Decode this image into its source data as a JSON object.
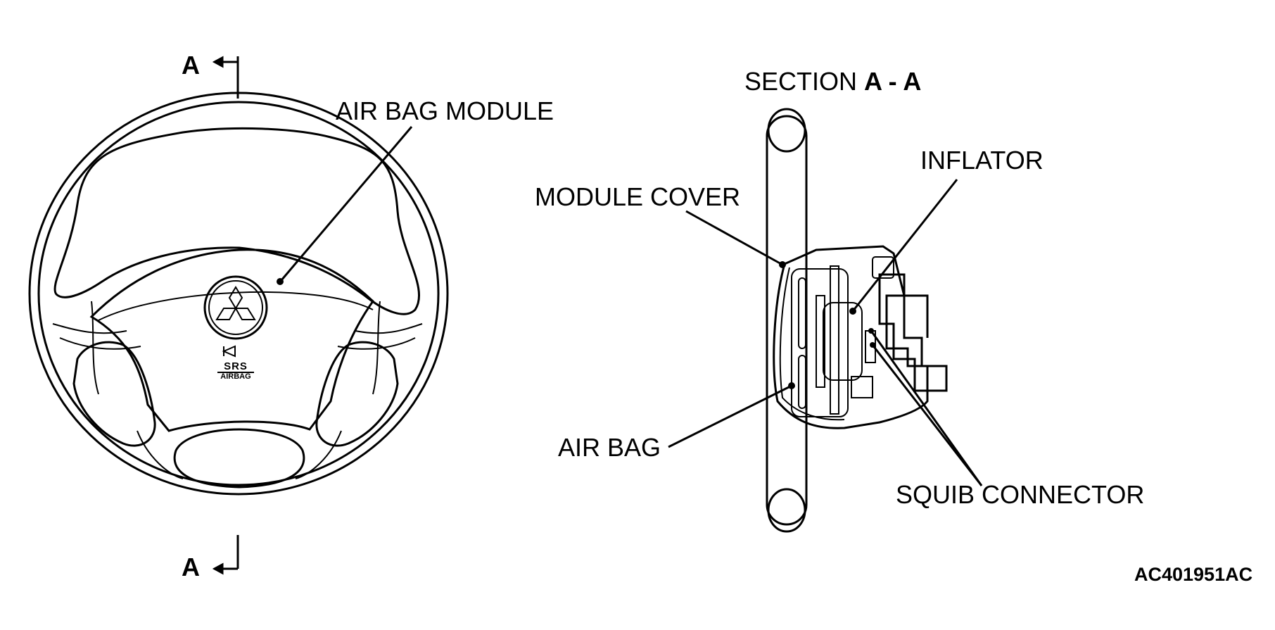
{
  "left_view": {
    "section_marker_top": "A",
    "section_marker_bottom": "A",
    "callout_module": "AIR BAG MODULE",
    "logo_icon": "mitsubishi-logo-icon",
    "horn_icon": "horn-icon",
    "srs_line1": "SRS",
    "srs_line2": "AIRBAG"
  },
  "right_view": {
    "section_title_prefix": "SECTION ",
    "section_title_bold": "A - A",
    "callout_inflator": "INFLATOR",
    "callout_cover": "MODULE COVER",
    "callout_airbag": "AIR BAG",
    "callout_squib": "SQUIB CONNECTOR"
  },
  "figure_code": "AC401951AC"
}
